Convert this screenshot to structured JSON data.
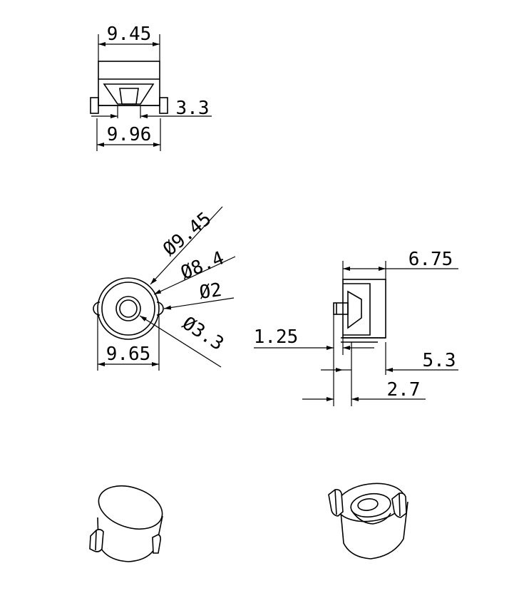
{
  "drawing": {
    "background": "#ffffff",
    "stroke_color": "#000000",
    "top_view": {
      "dim_width_top": "9.45",
      "dim_width_bottom": "9.96",
      "dim_hole": "3.3"
    },
    "front_view": {
      "dim_dia_outer": "Ø9.45",
      "dim_dia_inner": "Ø8.4",
      "dim_dia_small": "Ø2",
      "dim_dia_hole": "Ø3.3",
      "dim_width": "9.65"
    },
    "side_view": {
      "dim_length": "6.75",
      "dim_offset": "1.25",
      "dim_depth": "5.3",
      "dim_step": "2.7"
    },
    "iso_views": [
      "isometric-view-back",
      "isometric-view-front"
    ]
  }
}
